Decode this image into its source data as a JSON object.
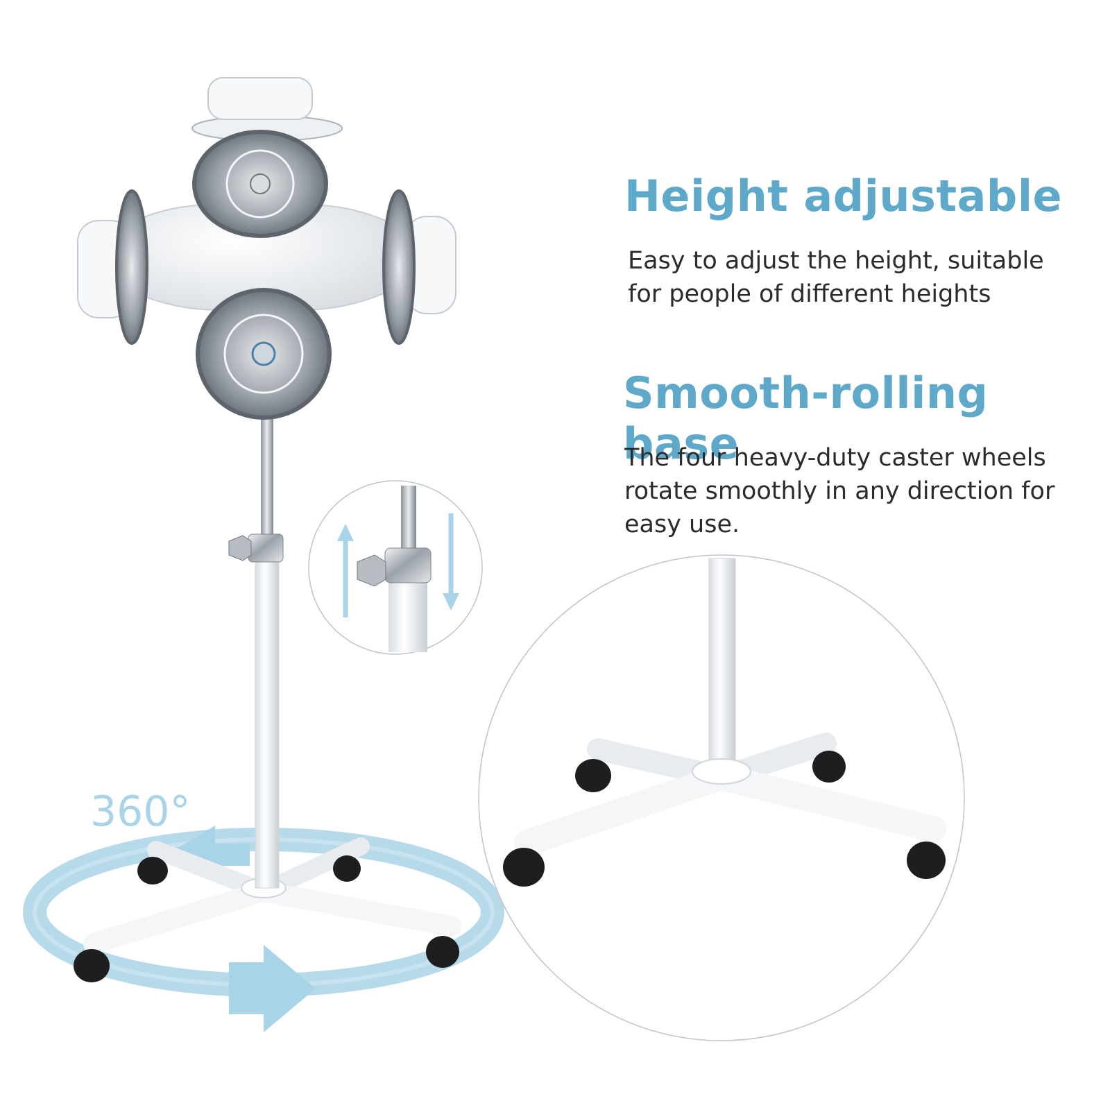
{
  "features": [
    {
      "title": "Height adjustable",
      "desc_lines": [
        "Easy to adjust the height, suitable",
        "for people of different heights"
      ]
    },
    {
      "title": "Smooth-rolling base",
      "desc_lines": [
        "The four heavy-duty caster wheels",
        "rotate smoothly in any direction for",
        "easy use."
      ]
    }
  ],
  "rotation_label": "360°",
  "colors": {
    "heading": "#5ea9c9",
    "body_text": "#2b2b2b",
    "rotation_accent": "#a9d3e6",
    "stand": "#f4f6f8",
    "chrome": "#b9bfc6",
    "wheel": "#1e1e1e"
  }
}
